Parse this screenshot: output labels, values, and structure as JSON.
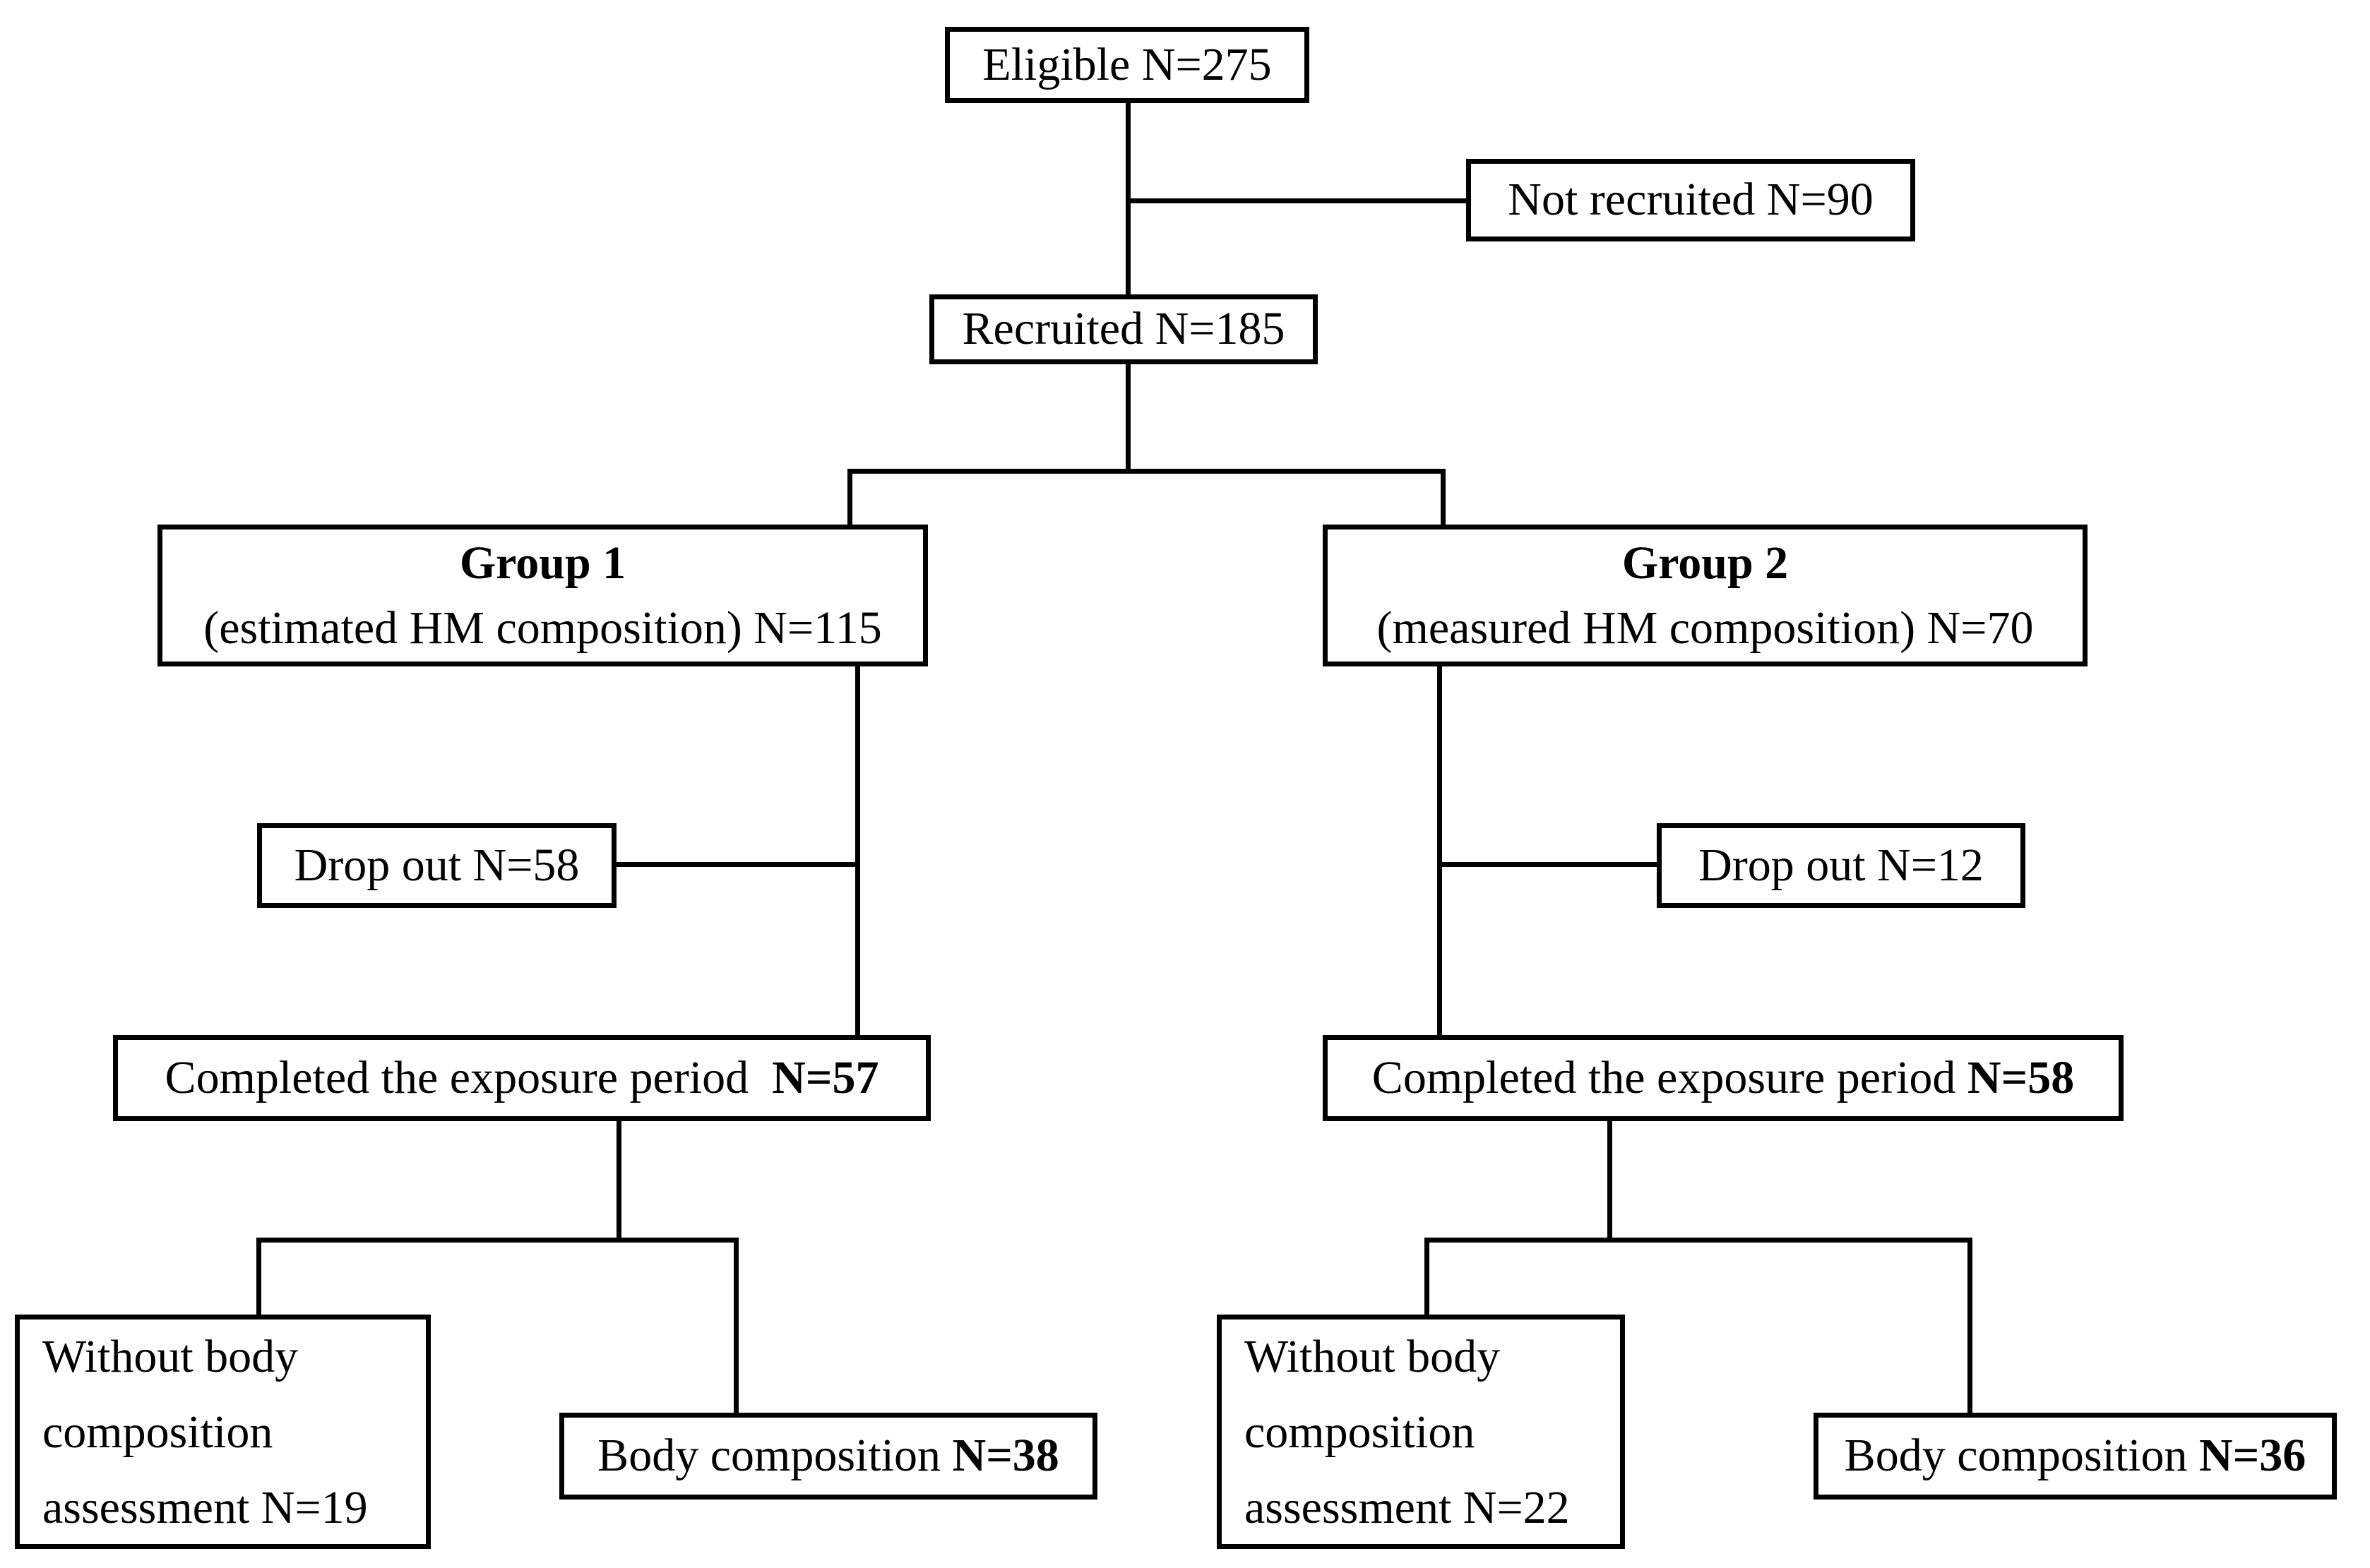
{
  "colors": {
    "background": "#ffffff",
    "line": "#000000",
    "text": "#000000"
  },
  "boxes": {
    "eligible": {
      "label": "Eligible N=275"
    },
    "not_recruited": {
      "label": "Not recruited N=90"
    },
    "recruited": {
      "label": "Recruited N=185"
    },
    "group1": {
      "title": "Group 1",
      "detail": "(estimated HM composition) N=115"
    },
    "group2": {
      "title": "Group 2",
      "detail": "(measured HM composition) N=70"
    },
    "dropout1": {
      "label": "Drop out N=58"
    },
    "dropout2": {
      "label": "Drop out N=12"
    },
    "completed1": {
      "label": "Completed the exposure period  ",
      "n": "N=57"
    },
    "completed2": {
      "label": "Completed the exposure period ",
      "n": "N=58"
    },
    "without1": {
      "lines": [
        "Without body",
        "composition",
        "assessment N=19"
      ]
    },
    "bodycomp1": {
      "label": "Body composition ",
      "n": "N=38"
    },
    "without2": {
      "lines": [
        "Without body",
        "composition",
        "assessment N=22"
      ]
    },
    "bodycomp2": {
      "label": "Body composition ",
      "n": "N=36"
    }
  }
}
